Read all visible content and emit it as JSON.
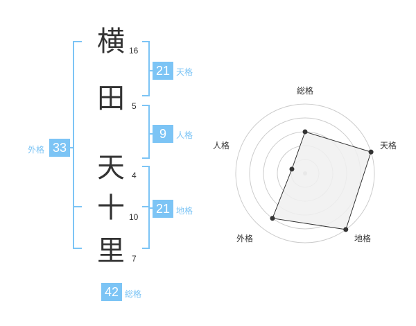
{
  "name": {
    "characters": [
      {
        "char": "横",
        "strokes": "16"
      },
      {
        "char": "田",
        "strokes": "5"
      },
      {
        "char": "天",
        "strokes": "4"
      },
      {
        "char": "十",
        "strokes": "10"
      },
      {
        "char": "里",
        "strokes": "7"
      }
    ]
  },
  "fortunes": {
    "tenkaku": {
      "value": "21",
      "label": "天格"
    },
    "jinkaku": {
      "value": "9",
      "label": "人格"
    },
    "chikaku": {
      "value": "21",
      "label": "地格"
    },
    "gaikaku": {
      "value": "33",
      "label": "外格"
    },
    "soukaku": {
      "value": "42",
      "label": "総格"
    }
  },
  "radar": {
    "labels": {
      "soukaku": "総格",
      "tenkaku": "天格",
      "chikaku": "地格",
      "gaikaku": "外格",
      "jinkaku": "人格"
    },
    "levels": 5,
    "values": {
      "soukaku": 3,
      "tenkaku": 5,
      "chikaku": 5,
      "gaikaku": 4,
      "jinkaku": 1
    }
  },
  "colors": {
    "accent": "#7cc4f5",
    "text": "#333333",
    "grid": "#cccccc",
    "fill": "#f0f0f0"
  }
}
